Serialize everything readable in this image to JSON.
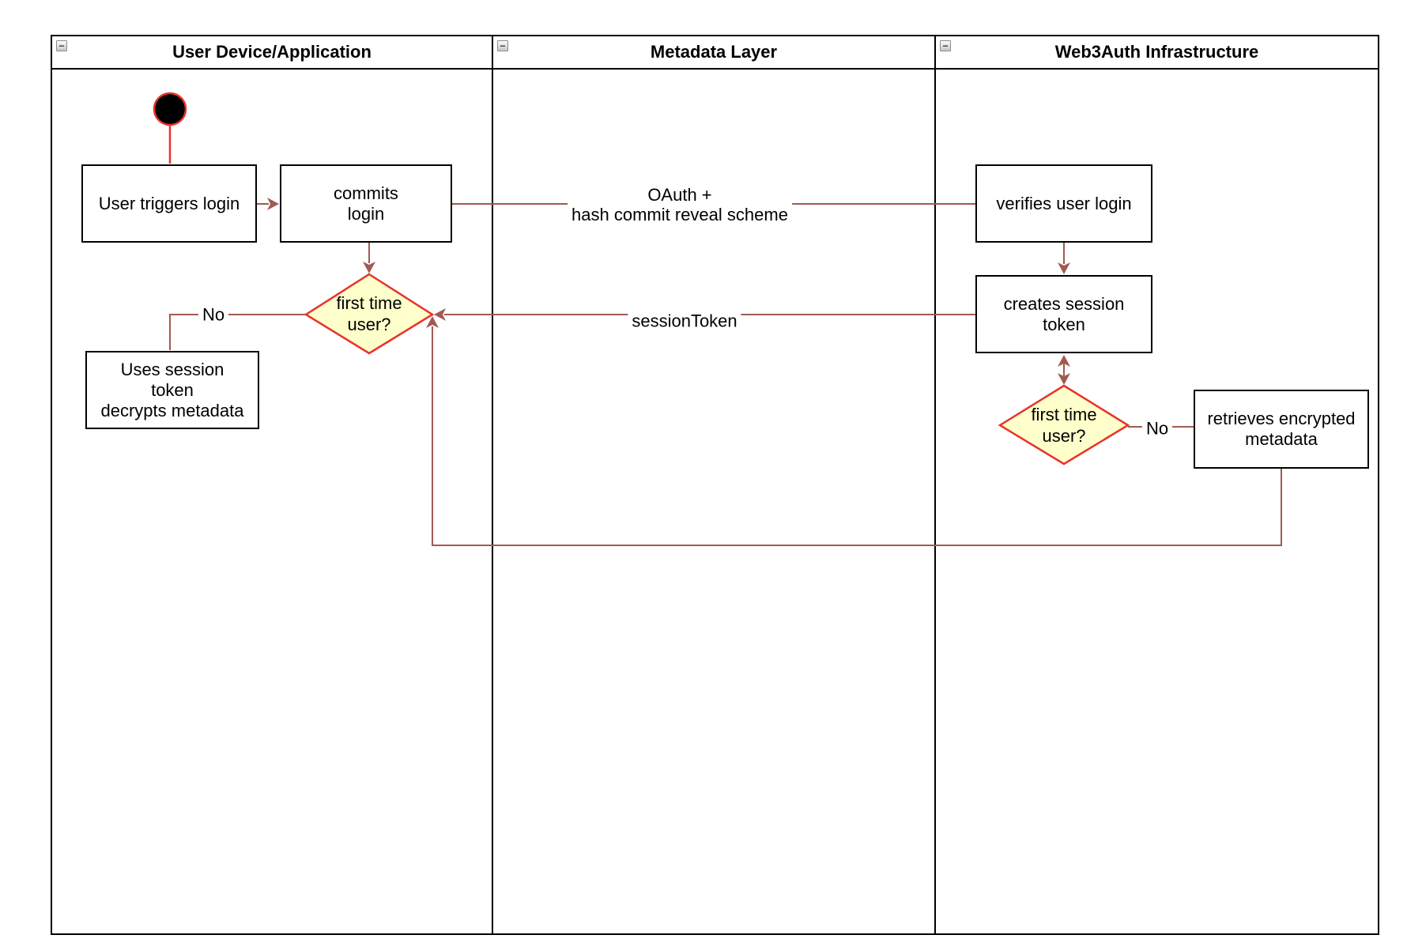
{
  "pool": {
    "collapse_glyph": "−",
    "lanes": [
      {
        "title": "User Device/Application"
      },
      {
        "title": "Metadata Layer"
      },
      {
        "title": "Web3Auth Infrastructure"
      }
    ]
  },
  "nodes": {
    "user_triggers_login": {
      "label": "User triggers login"
    },
    "commits_login": {
      "label": "commits\nlogin"
    },
    "first_time_user_device": {
      "label": "first time\nuser?"
    },
    "uses_session_token": {
      "label": "Uses session\ntoken\ndecrypts metadata"
    },
    "verifies_user_login": {
      "label": "verifies user login"
    },
    "creates_session_token": {
      "label": "creates session\ntoken"
    },
    "first_time_user_infra": {
      "label": "first time\nuser?"
    },
    "retrieves_encrypted_metadata": {
      "label": "retrieves encrypted\nmetadata"
    }
  },
  "edge_labels": {
    "oauth": "OAuth +\nhash commit reveal scheme",
    "session_token": "sessionToken",
    "no_device": "No",
    "no_infra": "No"
  },
  "colors": {
    "connector": "#a05a52",
    "accent_red": "#e8332a",
    "decision_fill": "#ffffcc",
    "shape_border": "#000000",
    "background": "#ffffff"
  }
}
